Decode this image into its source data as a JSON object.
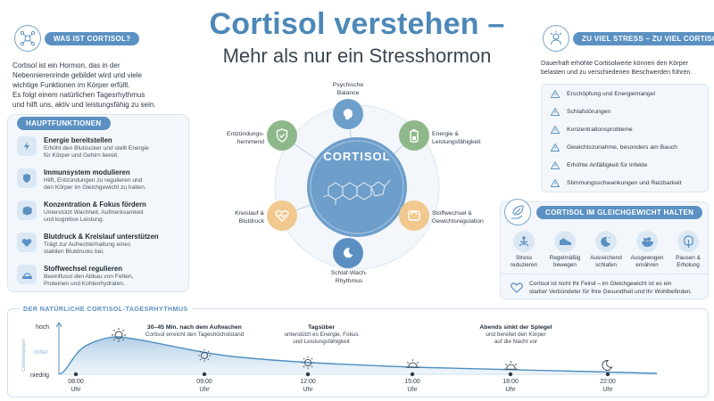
{
  "title": "Cortisol verstehen –",
  "subtitle": "Mehr als nur ein Stresshormon",
  "was_ist": {
    "heading": "WAS IST CORTISOL?",
    "text": [
      "Cortisol ist ein Hormon, das in der",
      "Nebennierenrinde gebildet wird und viele",
      "wichtige Funktionen im Körper erfüllt.",
      "Es folgt einem natürlichen Tagesrhythmus",
      "und hilft uns, aktiv und leistungsfähig zu sein."
    ]
  },
  "hauptfunktionen": {
    "heading": "HAUPTFUNKTIONEN",
    "items": [
      {
        "title": "Energie bereitstellen",
        "desc": [
          "Erhöht den Blutzucker und stellt Energie",
          "für Körper und Gehirn bereit."
        ],
        "icon": "lightning-icon"
      },
      {
        "title": "Immunsystem modulieren",
        "desc": [
          "Hilft, Entzündungen zu regulieren und",
          "den Körper im Gleichgewicht zu halten."
        ],
        "icon": "shield-icon"
      },
      {
        "title": "Konzentration & Fokus fördern",
        "desc": [
          "Unterstützt Wachheit, Aufmerksamkeit",
          "und kognitive Leistung."
        ],
        "icon": "brain-icon"
      },
      {
        "title": "Blutdruck & Kreislauf unterstützen",
        "desc": [
          "Trägt zur Aufrechterhaltung eines",
          "stabilen Blutdrucks bei."
        ],
        "icon": "heart-icon"
      },
      {
        "title": "Stoffwechsel regulieren",
        "desc": [
          "Beeinflusst den Abbau von Fetten,",
          "Proteinen und Kohlenhydraten."
        ],
        "icon": "scale-icon"
      }
    ]
  },
  "center": {
    "hub": "CORTISOL",
    "nodes": [
      {
        "label": [
          "Psychische",
          "Balance"
        ],
        "icon": "head-icon"
      },
      {
        "label": [
          "Energie &",
          "Leistungsfähigkeit"
        ],
        "icon": "battery-icon"
      },
      {
        "label": [
          "Stoffwechsel &",
          "Gewichtsregulation"
        ],
        "icon": "scale-icon"
      },
      {
        "label": [
          "Schlaf-Wach-",
          "Rhythmus"
        ],
        "icon": "moon-icon"
      },
      {
        "label": [
          "Kreislauf &",
          "Blutdruck"
        ],
        "icon": "heartbeat-icon"
      },
      {
        "label": [
          "Entzündungs-",
          "hemmend"
        ],
        "icon": "shield-check-icon"
      }
    ]
  },
  "zu_viel": {
    "heading": "ZU VIEL STRESS – ZU VIEL CORTISOL",
    "text": [
      "Dauerhaft erhöhte Cortisolwerte können den Körper",
      "belasten und zu verschiedenen Beschwerden führen."
    ],
    "items": [
      "Erschöpfung und Energiemangel",
      "Schlafstörungen",
      "Konzentrationsprobleme",
      "Gewichtszunahme, besonders am Bauch",
      "Erhöhte Anfälligkeit für Infekte",
      "Stimmungsschwankungen und Reizbarkeit"
    ]
  },
  "gleichgewicht": {
    "heading": "CORTISOL IM GLEICHGEWICHT HALTEN",
    "items": [
      {
        "label": [
          "Stress",
          "reduzieren"
        ],
        "icon": "meditation-icon"
      },
      {
        "label": [
          "Regelmäßig",
          "bewegen"
        ],
        "icon": "shoe-icon"
      },
      {
        "label": [
          "Ausreichend",
          "schlafen"
        ],
        "icon": "sleep-icon"
      },
      {
        "label": [
          "Ausgewogen",
          "ernähren"
        ],
        "icon": "bowl-icon"
      },
      {
        "label": [
          "Pausen &",
          "Erholung"
        ],
        "icon": "tree-icon"
      }
    ],
    "note": [
      "Cortisol ist nicht Ihr Feind – im Gleichgewicht ist es ein",
      "starker Verbündeter für Ihre Gesundheit und Ihr Wohlbefinden."
    ]
  },
  "rhythm": {
    "heading": "DER NATÜRLICHE CORTISOL-TAGESRHYTHMUS",
    "y_axis": {
      "label": "Cortisolspiegel",
      "high": "hoch",
      "mid": "mittel",
      "low": "niedrig"
    },
    "times": [
      "08:00",
      "09:00",
      "12:00",
      "15:00",
      "18:00",
      "22:00"
    ],
    "unit": "Uhr",
    "annotations": [
      {
        "title": "30–45 Min. nach dem Aufwachen",
        "text": [
          "Cortisol erreicht den Tageshöchststand"
        ]
      },
      {
        "title": "Tagsüber",
        "text": [
          "unterstützt es Energie, Fokus",
          "und Leistungsfähigkeit"
        ]
      },
      {
        "title": "Abends sinkt der Spiegel",
        "text": [
          "und bereitet den Körper",
          "auf die Nacht vor"
        ]
      }
    ]
  },
  "colors": {
    "accent": "#5b91c2",
    "title": "#4d88b8",
    "green": "#8fb88a",
    "peach": "#f1c98f",
    "hub": "#6e9fcb",
    "panel": "#f3f7fb"
  }
}
